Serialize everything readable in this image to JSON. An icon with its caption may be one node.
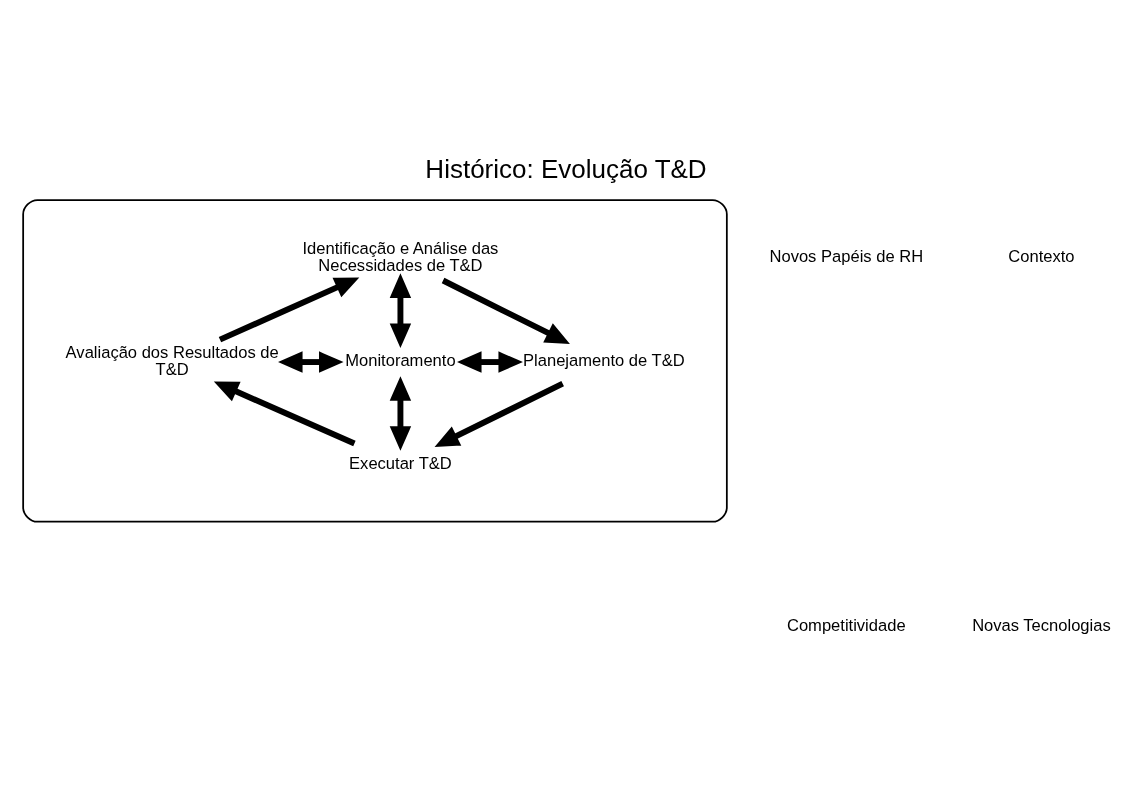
{
  "diagram": {
    "title": "Histórico: Evolução T&D",
    "nodes": [
      {
        "text": [],
        "shape": "ellipse"
      },
      {
        "text": [
          "Identificação e Análise das Necessidades de T&D"
        ],
        "in": 0
      },
      {
        "text": [
          "Monitoramento"
        ],
        "in": 0
      },
      {
        "text": [
          "Planejamento de T&D"
        ],
        "in": 0
      },
      {
        "text": [
          "Avaliação dos Resultados de T&D"
        ],
        "in": 0
      },
      {
        "text": [
          "Executar T&D"
        ],
        "in": 0
      }
    ],
    "edges": [
      {
        "from": 1,
        "to": 3,
        "arrow": "to"
      },
      {
        "from": 3,
        "to": 5,
        "arrow": "to"
      },
      {
        "from": 5,
        "to": 4,
        "arrow": "to"
      },
      {
        "from": 4,
        "to": 1,
        "arrow": "to"
      },
      {
        "from": 1,
        "to": 2,
        "arrow": "both"
      },
      {
        "from": 4,
        "to": 2,
        "arrow": "both"
      },
      {
        "from": 2,
        "to": 3,
        "arrow": "both"
      },
      {
        "from": 2,
        "to": 5,
        "arrow": "both"
      }
    ],
    "labels": [
      "Novos Papéis de RH",
      "Contexto",
      "Competitividade",
      "Novas Tecnologias"
    ]
  }
}
